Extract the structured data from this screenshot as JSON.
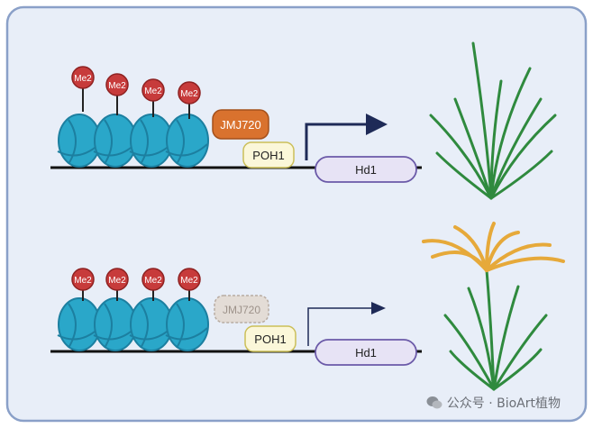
{
  "panels": [
    {
      "id": "top",
      "marks": [
        "Me2",
        "Me2",
        "Me2",
        "Me2"
      ],
      "demethylase": {
        "label": "JMJ720",
        "state": "present",
        "fill": "#d9722e"
      },
      "binder": {
        "label": "POH1"
      },
      "gene": {
        "label": "Hd1"
      },
      "expression": "high",
      "plant": "vegetative"
    },
    {
      "id": "bottom",
      "marks": [
        "Me2",
        "Me2",
        "Me2",
        "Me2"
      ],
      "demethylase": {
        "label": "JMJ720",
        "state": "absent",
        "fill": "#e3dcd6"
      },
      "binder": {
        "label": "POH1"
      },
      "gene": {
        "label": "Hd1"
      },
      "expression": "low",
      "plant": "flowering"
    }
  ],
  "colors": {
    "panel_bg": "#e8eef8",
    "panel_border": "#8aa0c8",
    "nucleosome": "#2aa7c9",
    "nucleosome_dark": "#1c7fa0",
    "me2": "#c73b3b",
    "gene_fill": "#e7e3f5",
    "gene_border": "#6b5aa8",
    "binder_fill": "#fbf7d9",
    "binder_border": "#cbbf59",
    "arrow": "#1e2a57",
    "leaf": "#2f8a3e",
    "panicle": "#e6a93a"
  },
  "watermark": {
    "text": "公众号 · BioArt植物",
    "icon": "wechat-icon"
  }
}
